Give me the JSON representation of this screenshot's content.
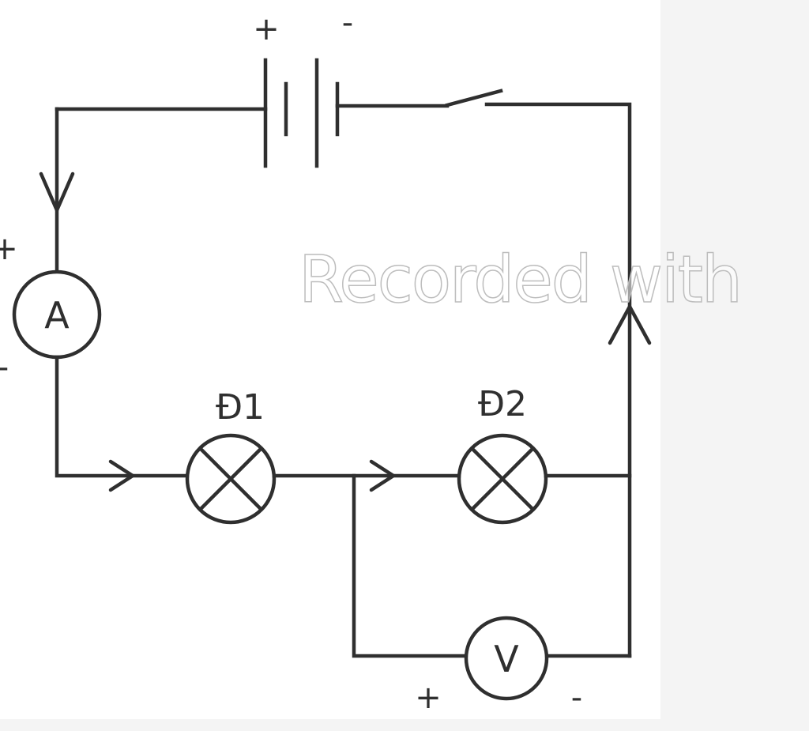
{
  "circuit": {
    "battery": {
      "plus": "+",
      "minus": "-"
    },
    "ammeter": {
      "letter": "A",
      "plus": "+",
      "minus": "-"
    },
    "voltmeter": {
      "letter": "V",
      "plus": "+",
      "minus": "-"
    },
    "lamp1": {
      "label": "Đ1"
    },
    "lamp2": {
      "label": "Đ2"
    }
  },
  "watermark": {
    "text": "Recorded with"
  },
  "colors": {
    "wire": "#2f2f2f",
    "panel": "#ffffff",
    "background": "#f4f4f4"
  }
}
